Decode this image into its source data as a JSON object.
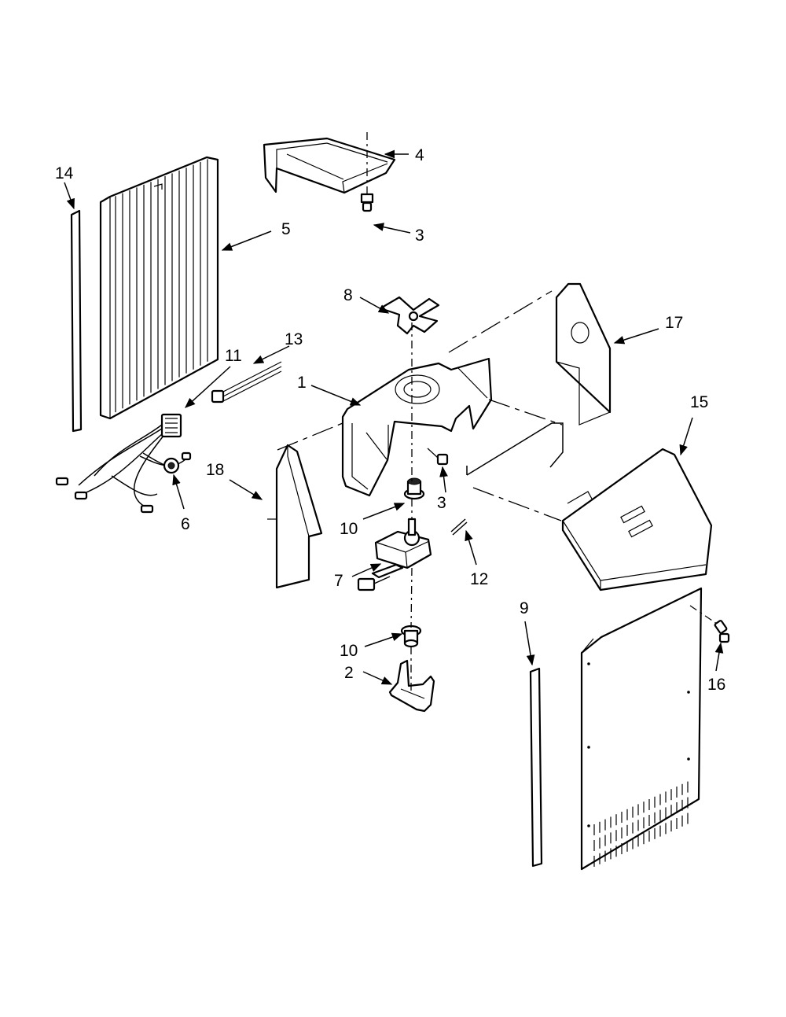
{
  "callouts": {
    "c1": "1",
    "c2": "2",
    "c3a": "3",
    "c3b": "3",
    "c4": "4",
    "c5": "5",
    "c6": "6",
    "c7": "7",
    "c8": "8",
    "c9": "9",
    "c10a": "10",
    "c10b": "10",
    "c11": "11",
    "c12": "12",
    "c13": "13",
    "c14": "14",
    "c15": "15",
    "c16": "16",
    "c17": "17",
    "c18": "18"
  }
}
